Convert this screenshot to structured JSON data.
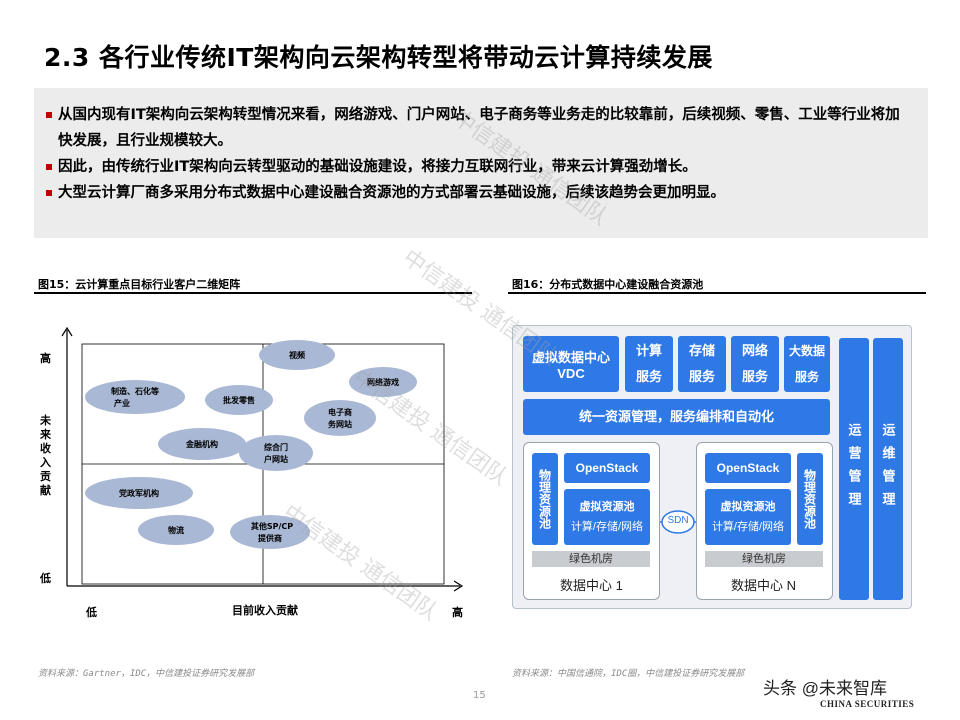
{
  "title": "2.3 各行业传统IT架构向云架构转型将带动云计算持续发展",
  "bullets": [
    "从国内现有IT架构向云架构转型情况来看，网络游戏、门户网站、电子商务等业务走的比较靠前，后续视频、零售、工业等行业将加快发展，且行业规模较大。",
    "因此，由传统行业IT架构向云转型驱动的基础设施建设，将接力互联网行业，带来云计算强劲增长。",
    "大型云计算厂商多采用分布式数据中心建设融合资源池的方式部署云基础设施，后续该趋势会更加明显。"
  ],
  "figure15": {
    "title": "图15：云计算重点目标行业客户二维矩阵",
    "y_axis_label": "未来收入贡献",
    "y_high": "高",
    "y_low": "低",
    "x_axis_label": "目前收入贡献",
    "x_low": "低",
    "x_high": "高",
    "bubbles": [
      {
        "line1": "视频",
        "line2": ""
      },
      {
        "line1": "网络游戏",
        "line2": ""
      },
      {
        "line1": "制造、石化等",
        "line2": "产业"
      },
      {
        "line1": "批发零售",
        "line2": ""
      },
      {
        "line1": "电子商",
        "line2": "务网站"
      },
      {
        "line1": "金融机构",
        "line2": ""
      },
      {
        "line1": "综合门",
        "line2": "户网站"
      },
      {
        "line1": "党政军机构",
        "line2": ""
      },
      {
        "line1": "物流",
        "line2": ""
      },
      {
        "line1": "其他SP/CP",
        "line2": "提供商"
      }
    ],
    "source": "资料来源：Gartner，IDC，中信建投证券研究发展部"
  },
  "figure16": {
    "title": "图16：分布式数据中心建设融合资源池",
    "vdc_line1": "虚拟数据中心",
    "vdc_line2": "VDC",
    "services": [
      {
        "line1": "计算",
        "line2": "服务"
      },
      {
        "line1": "存储",
        "line2": "服务"
      },
      {
        "line1": "网络",
        "line2": "服务"
      },
      {
        "line1": "大数据",
        "line2": "服务"
      }
    ],
    "unified": "统一资源管理，服务编排和自动化",
    "ops": "运营管理",
    "maint": "运维管理",
    "physical_pool": "物理资源池",
    "openstack": "OpenStack",
    "virtual_pool": "虚拟资源池",
    "virtual_sub": "计算/存储/网络",
    "green_room": "绿色机房",
    "dc1": "数据中心 1",
    "dcn": "数据中心 N",
    "sdn": "SDN",
    "source": "资料来源：中国信通院，IDC圈，中信建投证券研究发展部"
  },
  "page_number": "15",
  "watermark": "中信建投 通信团队",
  "brand": "头条 @未来智库",
  "brand_sub": "CHINA SECURITIES"
}
